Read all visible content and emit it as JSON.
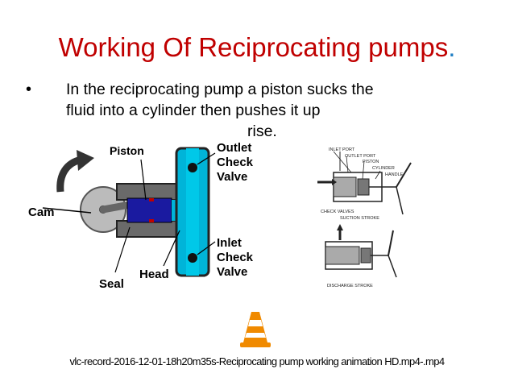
{
  "slide": {
    "title": "Working Of Reciprocating pumps",
    "title_period": ".",
    "bullet_marker": "•",
    "bullet_line1": "In the reciprocating pump a piston sucks  the",
    "bullet_line2": "fluid into a cylinder then pushes it up",
    "bullet_line3": "rise."
  },
  "left_diagram": {
    "labels": {
      "cam": "Cam",
      "piston": "Piston",
      "seal": "Seal",
      "head": "Head",
      "outlet1": "Outlet",
      "outlet2": "Check",
      "outlet3": "Valve",
      "inlet1": "Inlet",
      "inlet2": "Check",
      "inlet3": "Valve"
    }
  },
  "right_diagram": {
    "labels": {
      "inlet_port": "INLET PORT",
      "outlet_port": "OUTLET PORT",
      "piston": "PISTON",
      "cylinder": "CYLINDER",
      "handle": "HANDLE",
      "check_valves": "CHECK VALVES",
      "suction_stroke": "SUCTION STROKE",
      "discharge_stroke": "DISCHARGE STROKE"
    }
  },
  "video": {
    "filename": "vlc-record-2016-12-01-18h20m35s-Reciprocating pump working animation HD.mp4-.mp4",
    "colors": {
      "cone": "#f08a00",
      "stripe": "#ffffff"
    }
  }
}
